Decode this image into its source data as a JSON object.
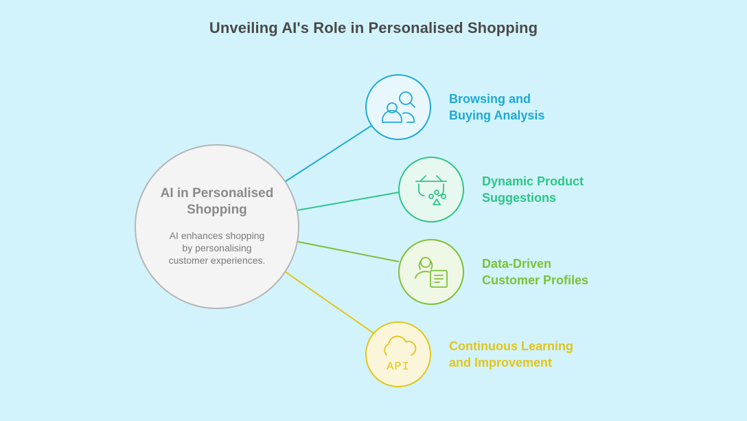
{
  "title": "Unveiling AI's Role in Personalised Shopping",
  "center": {
    "title_line1": "AI in Personalised",
    "title_line2": "Shopping",
    "desc_line1": "AI enhances shopping",
    "desc_line2": "by personalising",
    "desc_line3": "customer experiences."
  },
  "branches": [
    {
      "line1": "Browsing and",
      "line2": "Buying Analysis",
      "icon": "user-search-icon",
      "color": "#1ea9d6"
    },
    {
      "line1": "Dynamic Product",
      "line2": "Suggestions",
      "icon": "shopping-basket-icon",
      "color": "#2ec588"
    },
    {
      "line1": "Data-Driven",
      "line2": "Customer Profiles",
      "icon": "user-profile-icon",
      "color": "#7fbf3a"
    },
    {
      "line1": "Continuous Learning",
      "line2": "and Improvement",
      "icon": "cloud-api-icon",
      "color": "#e2c51b"
    }
  ],
  "icon_text": {
    "api": "API"
  }
}
